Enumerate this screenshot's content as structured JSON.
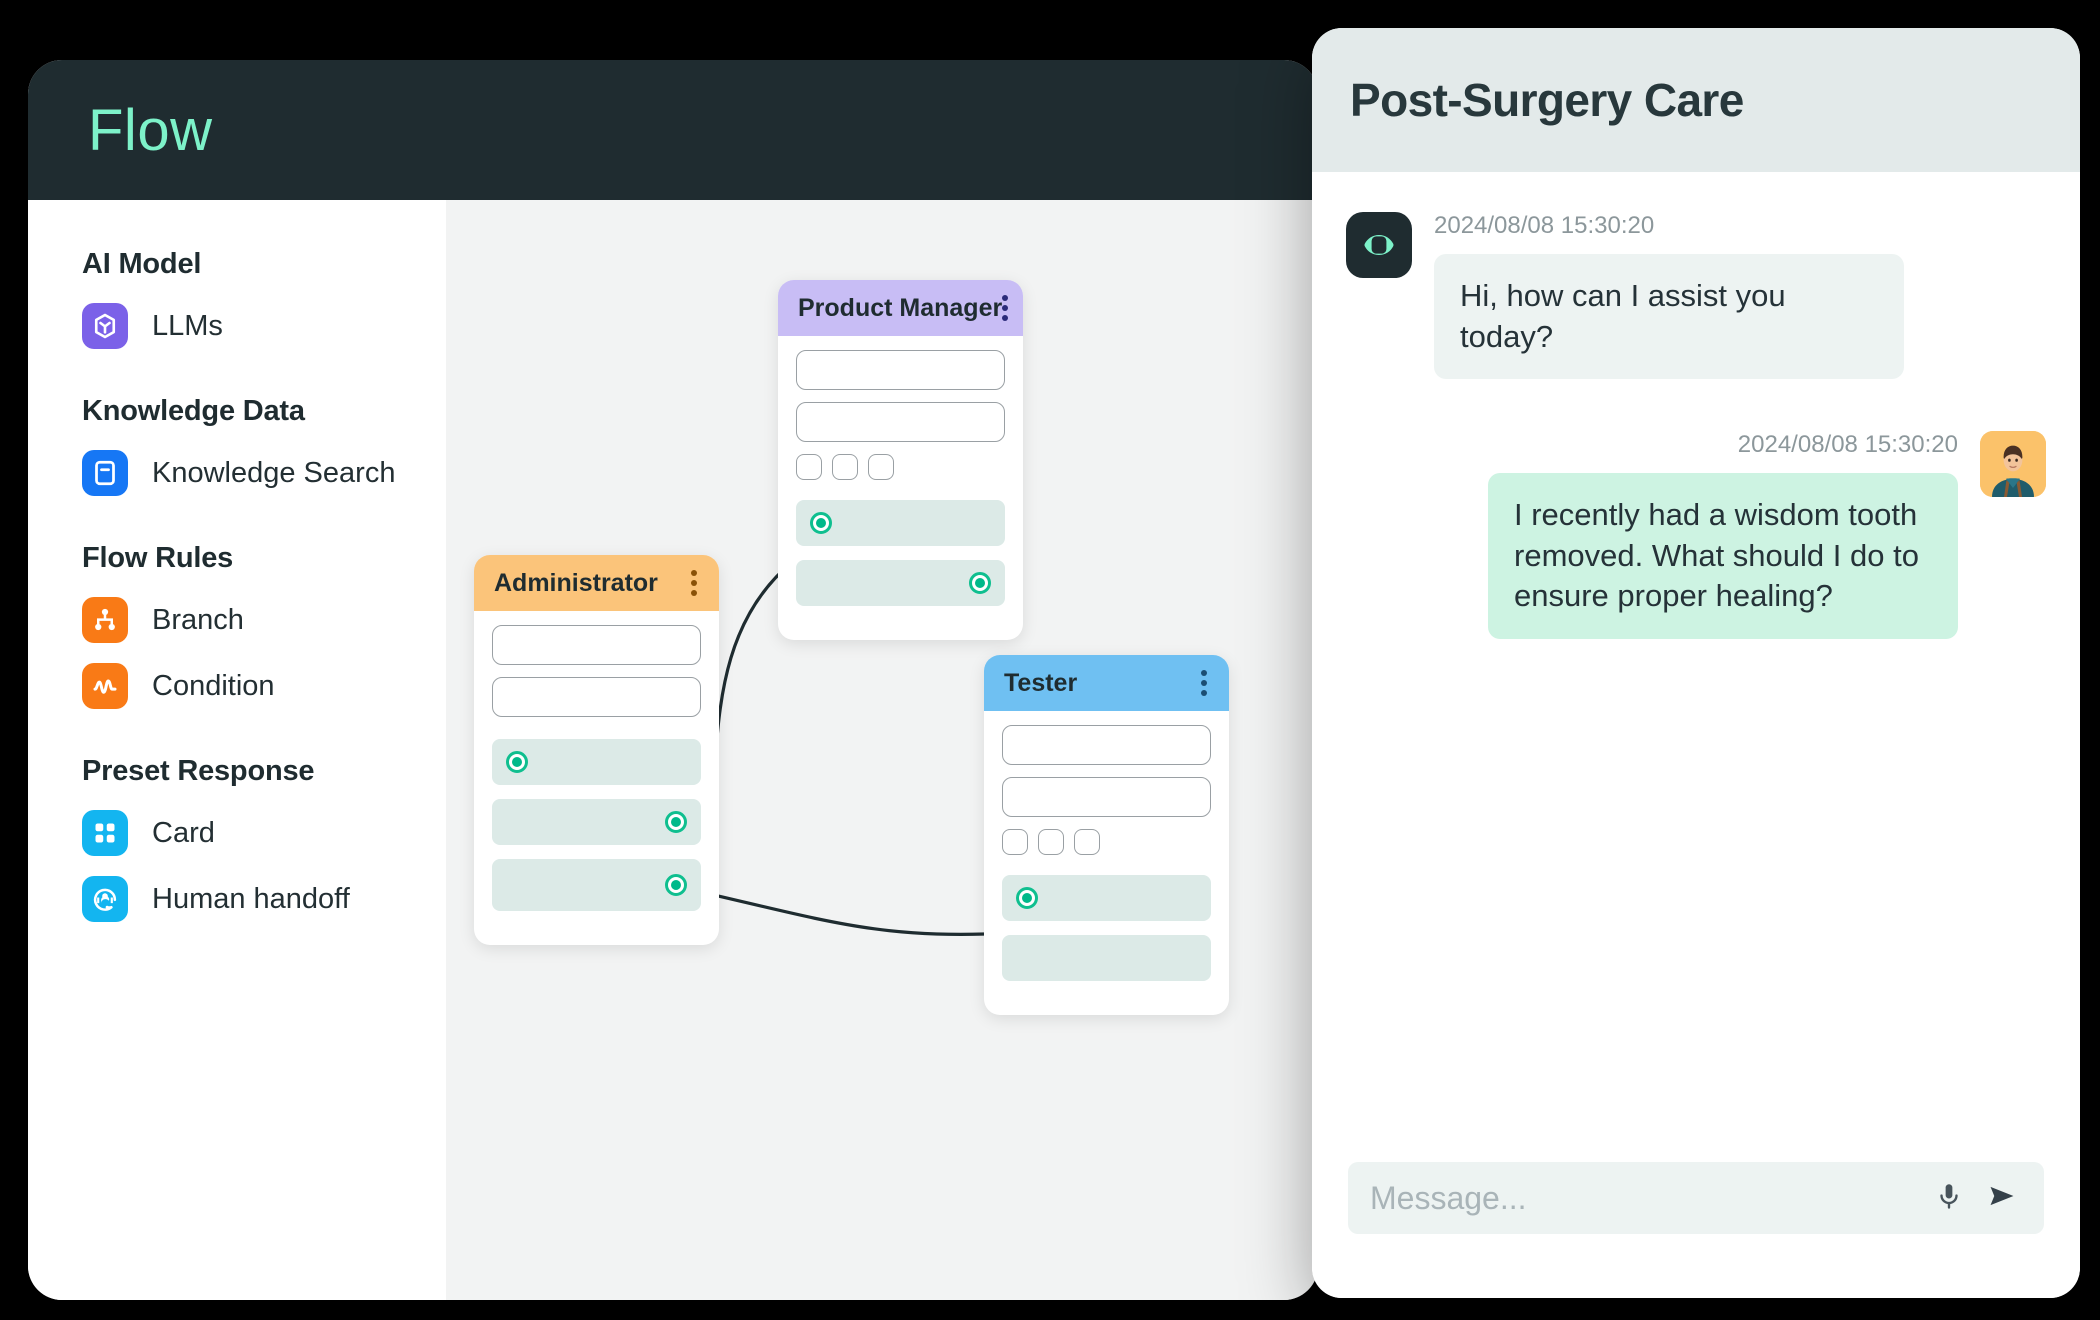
{
  "flow_app": {
    "title": "Flow",
    "sidebar": {
      "sections": [
        {
          "title": "AI Model",
          "items": [
            {
              "label": "LLMs",
              "icon": "llm-cube-icon",
              "icon_color": "#7B61E8"
            }
          ]
        },
        {
          "title": "Knowledge Data",
          "items": [
            {
              "label": "Knowledge Search",
              "icon": "knowledge-book-icon",
              "icon_color": "#1677F5"
            }
          ]
        },
        {
          "title": "Flow Rules",
          "items": [
            {
              "label": "Branch",
              "icon": "branch-tree-icon",
              "icon_color": "#F97A16"
            },
            {
              "label": "Condition",
              "icon": "condition-pulse-icon",
              "icon_color": "#F97A16"
            }
          ]
        },
        {
          "title": "Preset Response",
          "items": [
            {
              "label": "Card",
              "icon": "card-grid-icon",
              "icon_color": "#13B5F0"
            },
            {
              "label": "Human handoff",
              "icon": "headset-agent-icon",
              "icon_color": "#13B5F0"
            }
          ]
        }
      ]
    },
    "canvas": {
      "nodes": [
        {
          "id": "product-manager",
          "title": "Product Manager",
          "header_color": "#C8BDF5",
          "menu_dot_color": "#2B2B7A",
          "fields": 2,
          "chips": 3,
          "slots": [
            {
              "port": "left"
            },
            {
              "port": "right"
            }
          ]
        },
        {
          "id": "administrator",
          "title": "Administrator",
          "header_color": "#FBC47A",
          "menu_dot_color": "#8A5208",
          "fields": 2,
          "chips": 0,
          "slots": [
            {
              "port": "left"
            },
            {
              "port": "right"
            },
            {
              "port": "right"
            }
          ]
        },
        {
          "id": "tester",
          "title": "Tester",
          "header_color": "#6FC0F2",
          "menu_dot_color": "#1B4E73",
          "fields": 2,
          "chips": 3,
          "slots": [
            {
              "port": "left"
            },
            {
              "port": "none"
            }
          ]
        }
      ],
      "connection_count": 2,
      "edge_color": "#1F2C30",
      "port_color": "#00B98A"
    }
  },
  "chat_panel": {
    "title": "Post-Surgery Care",
    "messages": [
      {
        "sender": "bot",
        "timestamp": "2024/08/08 15:30:20",
        "text": "Hi, how can I assist you today?"
      },
      {
        "sender": "user",
        "timestamp": "2024/08/08 15:30:20",
        "text": "I recently had a wisdom tooth removed. What should I do to ensure proper healing?"
      }
    ],
    "composer": {
      "placeholder": "Message...",
      "mic_icon": "microphone-icon",
      "send_icon": "send-paper-plane-icon"
    }
  }
}
